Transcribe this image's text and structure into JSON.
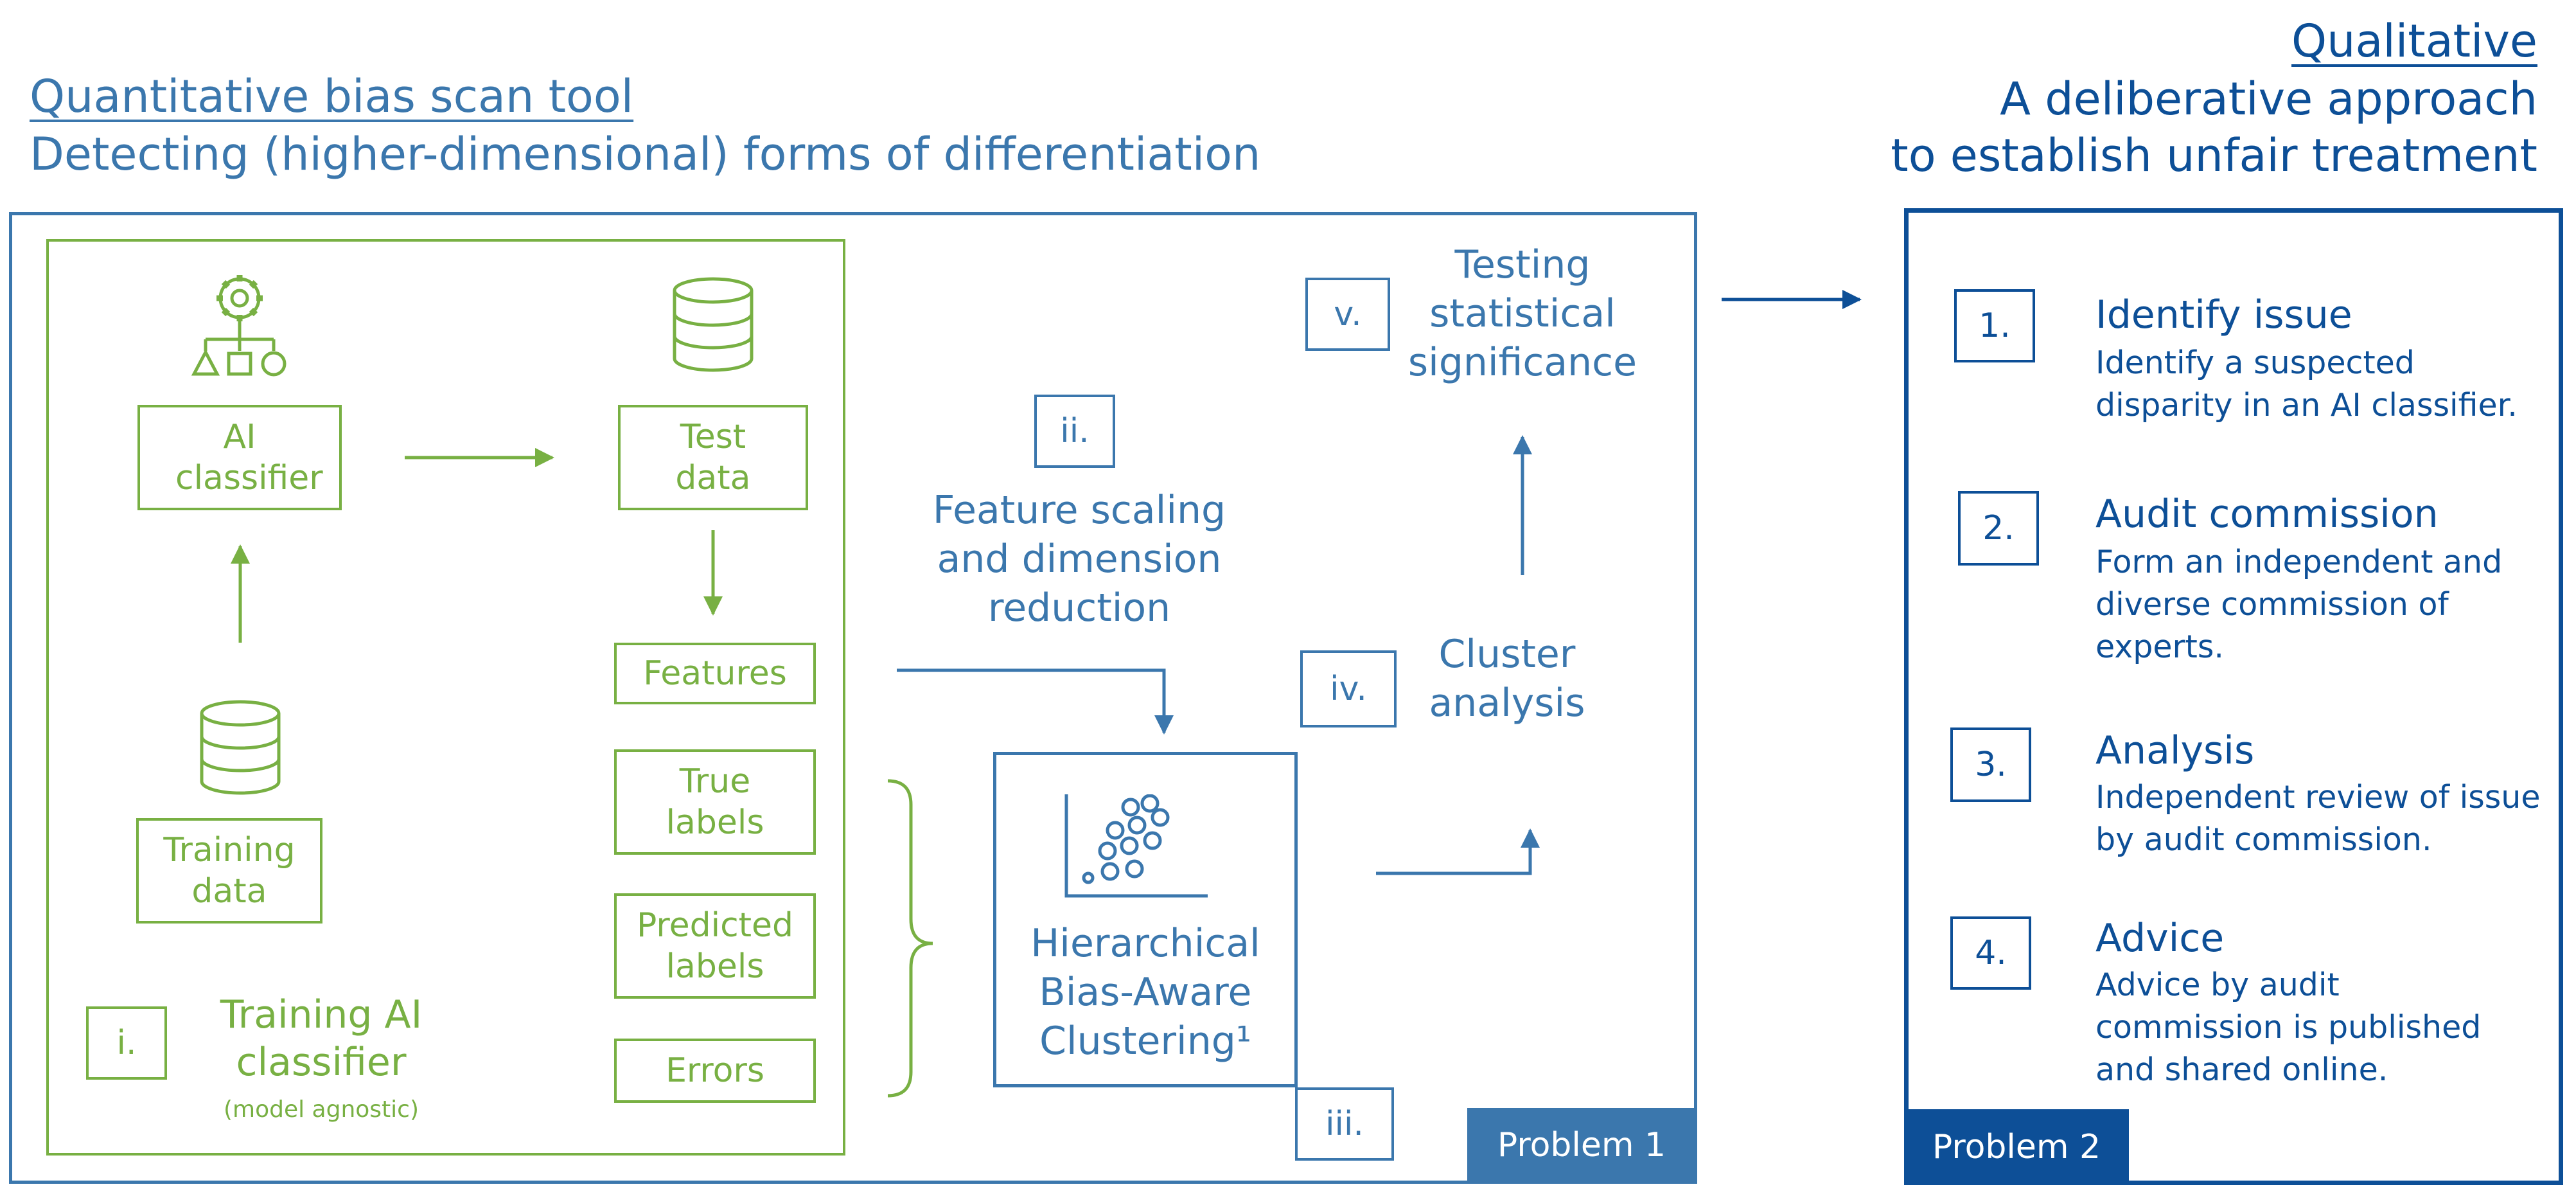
{
  "left_header": {
    "title": "Quantitative bias scan tool",
    "subtitle": "Detecting (higher-dimensional) forms of differentiation"
  },
  "right_header": {
    "title": "Qualitative",
    "line1": "A deliberative approach",
    "line2": "to establish unfair treatment"
  },
  "training_panel": {
    "ai_classifier": "AI classifier",
    "test_data": "Test data",
    "training_data": "Training data",
    "features": "Features",
    "true_labels": "True labels",
    "predicted_labels": "Predicted labels",
    "errors": "Errors",
    "step_num": "i.",
    "step_title": "Training AI classifier",
    "step_note": "(model agnostic)"
  },
  "pipeline": {
    "ii_num": "ii.",
    "ii_text": "Feature scaling and dimension reduction",
    "iii_num": "iii.",
    "iii_text": "Hierarchical Bias-Aware Clustering¹",
    "iv_num": "iv.",
    "iv_text": "Cluster analysis",
    "v_num": "v.",
    "v_text": "Testing statistical significance"
  },
  "problem1": "Problem 1",
  "problem2": "Problem 2",
  "steps": [
    {
      "num": "1.",
      "title": "Identify issue",
      "desc": "Identify a suspected disparity in an AI classifier."
    },
    {
      "num": "2.",
      "title": "Audit commission",
      "desc": "Form an independent and diverse commission of experts."
    },
    {
      "num": "3.",
      "title": "Analysis",
      "desc": "Independent review of issue by audit commission."
    },
    {
      "num": "4.",
      "title": "Advice",
      "desc": "Advice by audit commission is published and shared online."
    }
  ],
  "colors": {
    "light_blue": "#3b77ad",
    "dark_blue": "#0d4f97",
    "green": "#78b043",
    "problem1_bg": "#3b77ad",
    "problem2_bg": "#0d4f97"
  }
}
